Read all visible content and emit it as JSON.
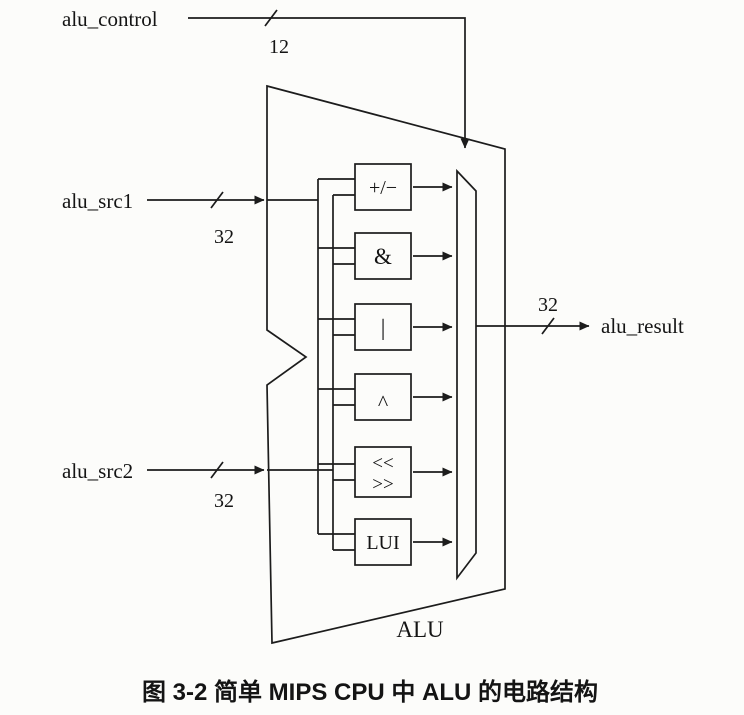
{
  "figure": {
    "caption": "图 3-2  简单 MIPS CPU 中 ALU 的电路结构"
  },
  "signals": {
    "control": {
      "name": "alu_control",
      "width": "12"
    },
    "src1": {
      "name": "alu_src1",
      "width": "32"
    },
    "src2": {
      "name": "alu_src2",
      "width": "32"
    },
    "result": {
      "name": "alu_result",
      "width": "32"
    }
  },
  "alu": {
    "label": "ALU",
    "operations": [
      {
        "symbol": "+/−"
      },
      {
        "symbol": "&"
      },
      {
        "symbol": "|"
      },
      {
        "symbol": "^"
      },
      {
        "symbol": "<<",
        "symbol2": ">>"
      },
      {
        "symbol": "LUI"
      }
    ]
  },
  "colors": {
    "line": "#1c1c1c",
    "text": "#141414",
    "background": "#fcfcfa"
  }
}
